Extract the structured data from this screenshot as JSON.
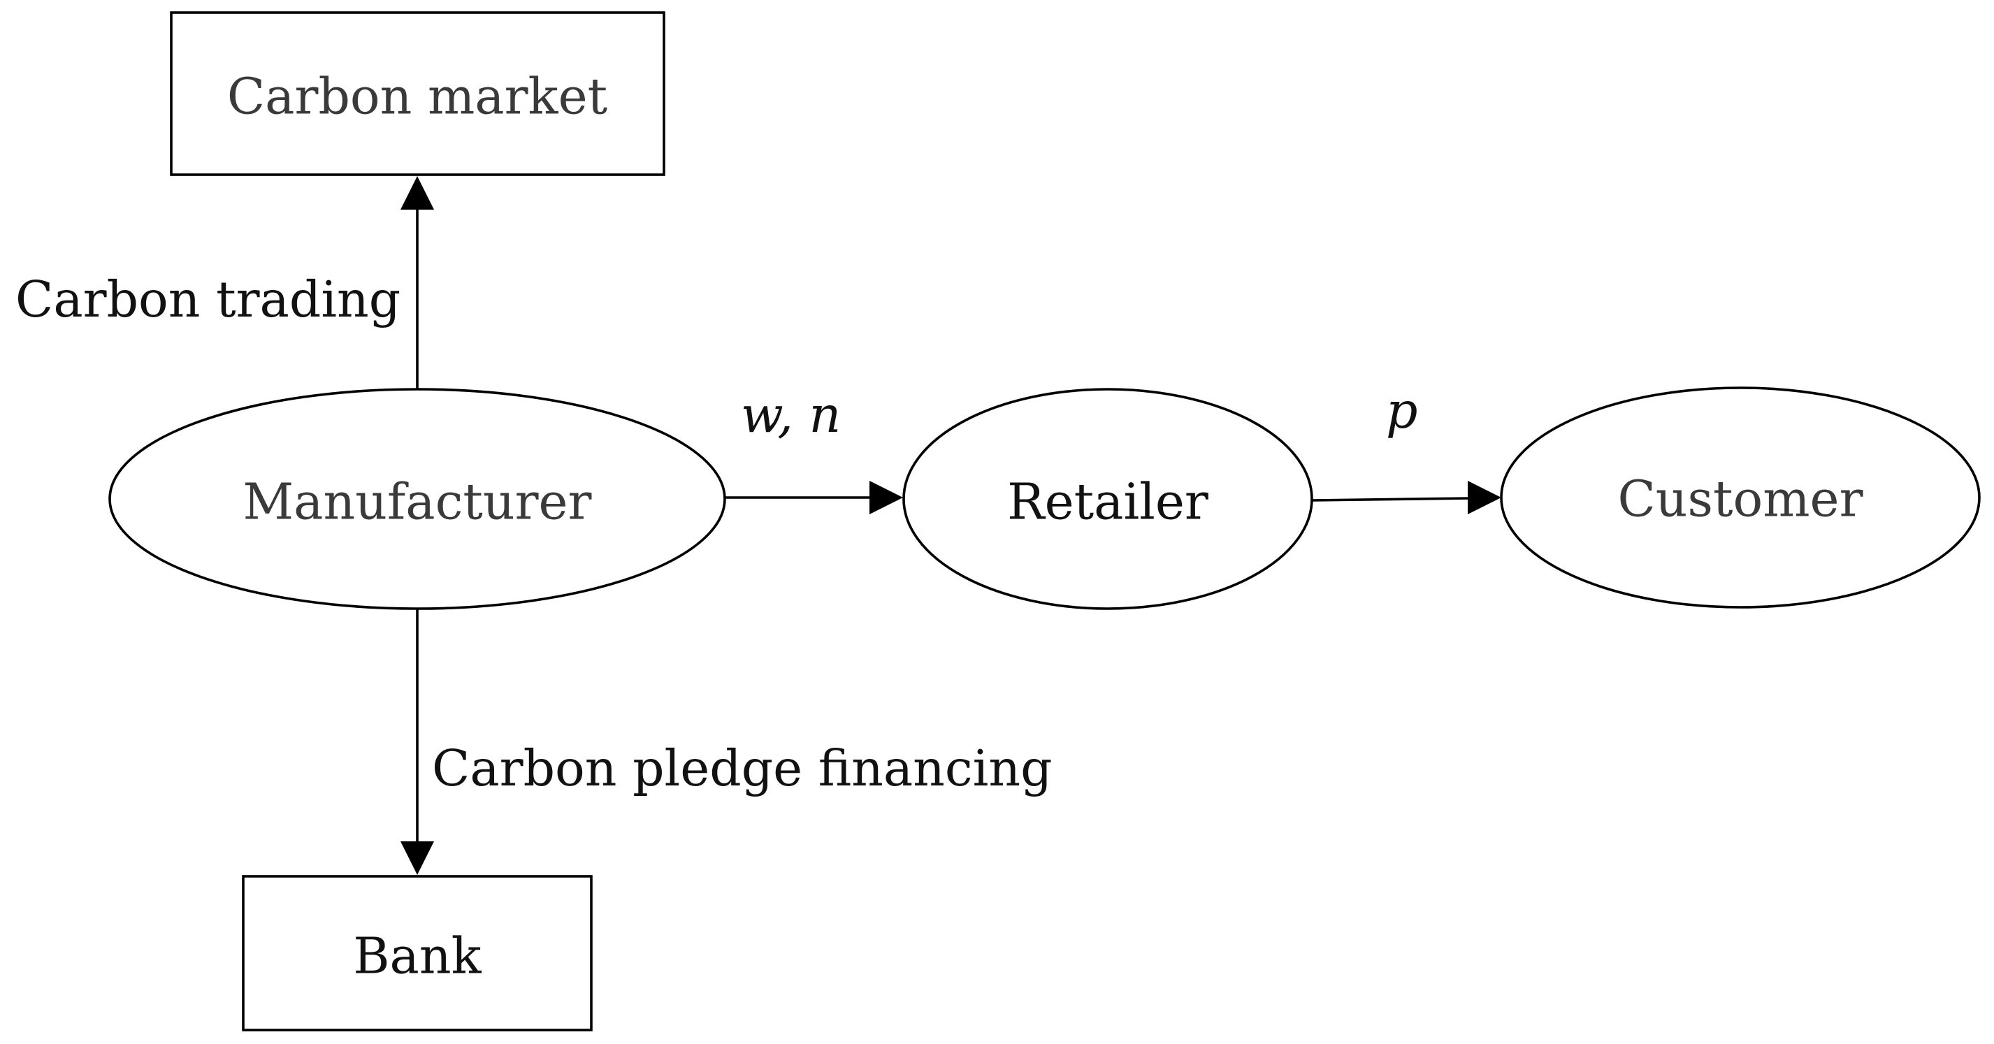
{
  "nodes": {
    "carbon_market": "Carbon market",
    "manufacturer": "Manufacturer",
    "retailer": "Retailer",
    "customer": "Customer",
    "bank": "Bank"
  },
  "edges": {
    "manufacturer_to_carbon_market": "Carbon trading",
    "manufacturer_to_bank": "Carbon pledge financing",
    "manufacturer_to_retailer": "w, n",
    "retailer_to_customer": "p"
  }
}
